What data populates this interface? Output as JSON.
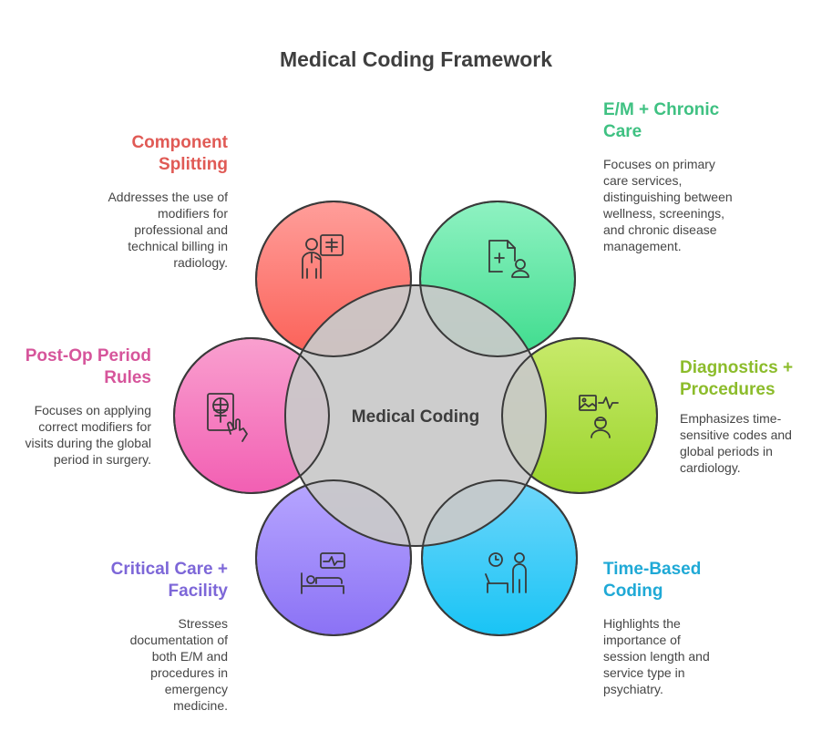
{
  "title": "Medical Coding Framework",
  "center": {
    "label": "Medical Coding"
  },
  "nodes": [
    {
      "key": "component",
      "title": "Component Splitting",
      "description": "Addresses the use of modifiers for professional and technical billing in radiology.",
      "color": "#e05a55",
      "gradient": [
        "#ff9e9a",
        "#fb6158"
      ],
      "icon": "doctor-xray-icon"
    },
    {
      "key": "em",
      "title": "E/M + Chronic Care",
      "description": "Focuses on primary care services, distinguishing between wellness, screenings, and chronic disease management.",
      "color": "#3fc182",
      "gradient": [
        "#8ff2c2",
        "#3fdc8e"
      ],
      "icon": "medical-record-patient-icon"
    },
    {
      "key": "diag",
      "title": "Diagnostics + Procedures",
      "description": "Emphasizes time-sensitive codes and global periods in cardiology.",
      "color": "#8cbc2b",
      "gradient": [
        "#c8ea6b",
        "#9ad42b"
      ],
      "icon": "image-heartbeat-patient-icon"
    },
    {
      "key": "time",
      "title": "Time-Based Coding",
      "description": "Highlights the importance of session length and service type in psychiatry.",
      "color": "#1fa9d6",
      "gradient": [
        "#6fd6fb",
        "#19c4f5"
      ],
      "icon": "clock-chair-person-icon"
    },
    {
      "key": "critical",
      "title": "Critical Care + Facility",
      "description": "Stresses documentation of both E/M and procedures in emergency medicine.",
      "color": "#7d67d8",
      "gradient": [
        "#b7a6ff",
        "#8b72f5"
      ],
      "icon": "hospital-bed-monitor-icon"
    },
    {
      "key": "postop",
      "title": "Post-Op Period Rules",
      "description": "Focuses on applying correct modifiers for visits during the global period in surgery.",
      "color": "#d6559b",
      "gradient": [
        "#f9a0cf",
        "#f25fb3"
      ],
      "icon": "xray-hand-icon"
    }
  ]
}
